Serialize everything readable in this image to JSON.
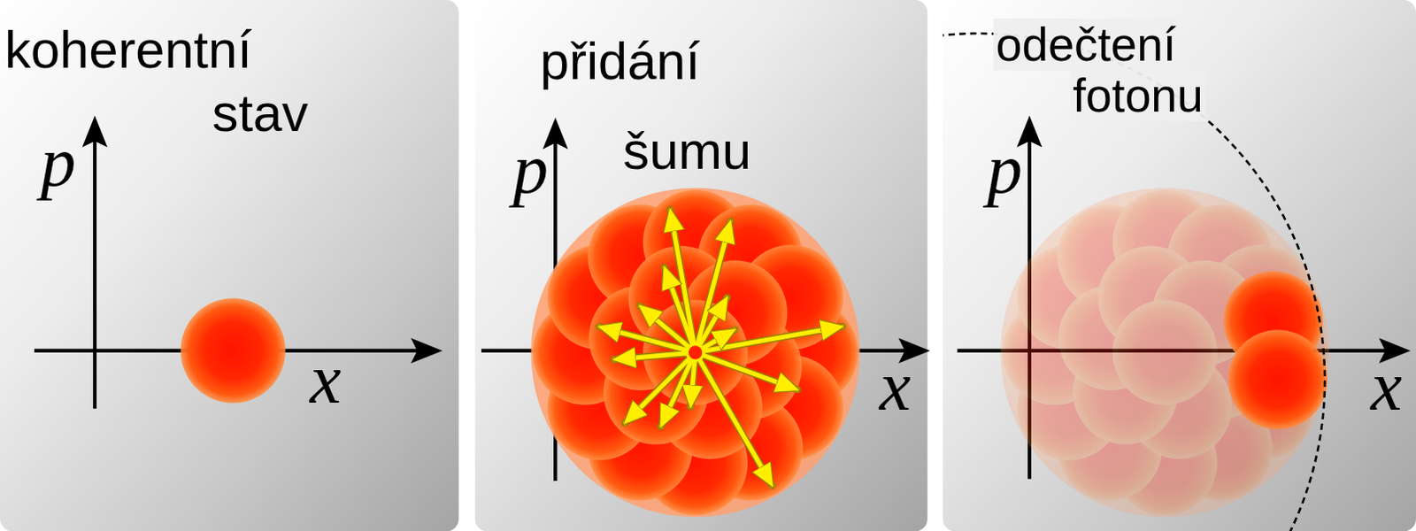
{
  "diagram": {
    "nodes": [
      {
        "text": [
          "koherentní stav",
          "p",
          "x"
        ]
      },
      {
        "text": [
          "přidání šumu",
          "p",
          "x"
        ]
      },
      {
        "text": [
          "odečtení fotonu",
          "p",
          "x"
        ]
      }
    ]
  }
}
